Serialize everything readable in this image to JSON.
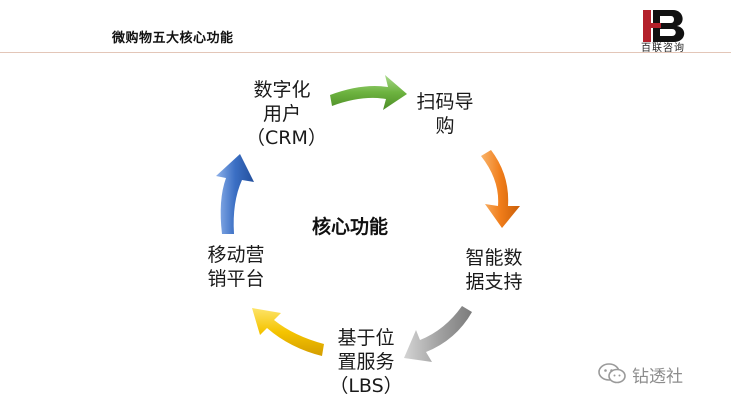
{
  "header": {
    "title": "微购物五大核心功能"
  },
  "logo": {
    "text": "百联咨询"
  },
  "diagram": {
    "center": "核心功能",
    "nodes": [
      {
        "line1": "数字化",
        "line2": "用户",
        "line3": "（CRM）"
      },
      {
        "line1": "扫码导",
        "line2": "购"
      },
      {
        "line1": "智能数",
        "line2": "据支持"
      },
      {
        "line1": "基于位",
        "line2": "置服务",
        "line3": "（LBS）"
      },
      {
        "line1": "移动营",
        "line2": "销平台"
      }
    ],
    "arrow_colors": [
      "#6db33f",
      "#f07d1a",
      "#9a9a9a",
      "#f5c400",
      "#3b6fc4"
    ]
  },
  "watermark": {
    "text": "钻透社",
    "icon": "wechat-icon"
  }
}
